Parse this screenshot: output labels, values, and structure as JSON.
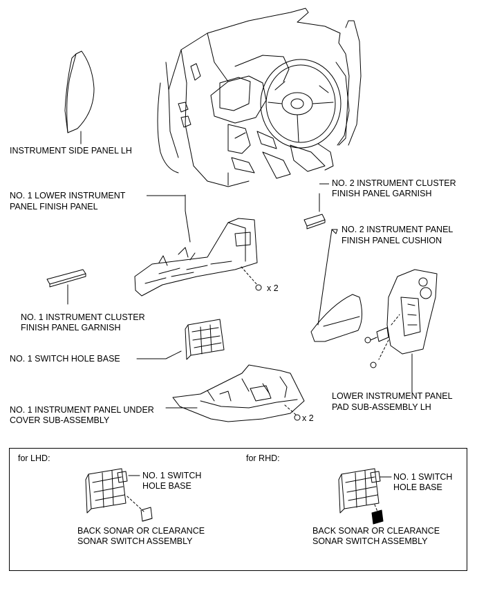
{
  "labels": {
    "side_panel_lh": "INSTRUMENT SIDE PANEL LH",
    "lower_finish_panel": [
      "NO. 1 LOWER INSTRUMENT",
      "PANEL FINISH PANEL"
    ],
    "cluster_garnish_2": [
      "NO. 2 INSTRUMENT CLUSTER",
      "FINISH PANEL GARNISH"
    ],
    "finish_cushion_2": [
      "NO. 2 INSTRUMENT PANEL",
      "FINISH PANEL CUSHION"
    ],
    "cluster_garnish_1": [
      "NO. 1 INSTRUMENT CLUSTER",
      "FINISH PANEL GARNISH"
    ],
    "switch_hole_base": "NO. 1 SWITCH HOLE BASE",
    "lower_pad_lh": [
      "LOWER INSTRUMENT PANEL",
      "PAD SUB-ASSEMBLY LH"
    ],
    "under_cover": [
      "NO. 1 INSTRUMENT PANEL UNDER",
      "COVER SUB-ASSEMBLY"
    ],
    "qty_x2_a": "x 2",
    "qty_x2_b": "x 2"
  },
  "inset": {
    "lhd_title": "for LHD:",
    "rhd_title": "for RHD:",
    "switch_base": [
      "NO. 1 SWITCH",
      "HOLE BASE"
    ],
    "sonar_switch": [
      "BACK SONAR OR CLEARANCE",
      "SONAR SWITCH ASSEMBLY"
    ]
  }
}
